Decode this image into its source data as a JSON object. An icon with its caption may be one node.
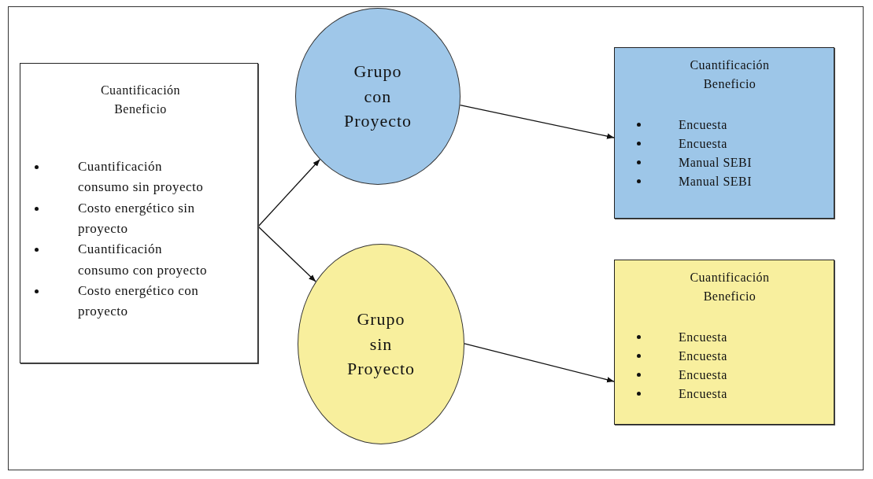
{
  "diagram": {
    "nodes": [
      {
        "text": [
          "Cuantificación Beneficio",
          "Cuantificación consumo sin proyecto",
          "Costo energético sin proyecto",
          "Cuantificación consumo con proyecto",
          "Costo energético con proyecto"
        ]
      },
      {
        "text": [
          "Grupo con Proyecto"
        ]
      },
      {
        "text": [
          "Cuantificación Beneficio",
          "Encuesta",
          "Encuesta",
          "Manual SEBI",
          "Manual SEBI"
        ]
      },
      {
        "text": [
          "Grupo sin Proyecto"
        ]
      },
      {
        "text": [
          "Cuantificación Beneficio",
          "Encuesta",
          "Encuesta",
          "Encuesta",
          "Encuesta"
        ]
      }
    ],
    "edges": [
      {
        "from": 0,
        "to": 1,
        "arrow": "to"
      },
      {
        "from": 0,
        "to": 3,
        "arrow": "to"
      },
      {
        "from": 1,
        "to": 2,
        "arrow": "to"
      },
      {
        "from": 3,
        "to": 4,
        "arrow": "to"
      }
    ]
  }
}
